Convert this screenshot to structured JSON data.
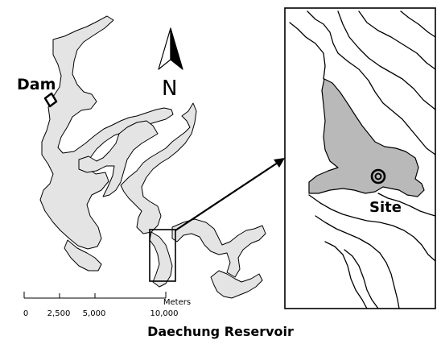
{
  "labels": {
    "dam": "Dam",
    "site": "Site",
    "north": "N",
    "caption": "Daechung Reservoir"
  },
  "scale_bar": {
    "ticks": [
      "0",
      "2,500",
      "5,000",
      "10,000"
    ],
    "unit": "Meters"
  },
  "colors": {
    "water_light": "#e4e4e4",
    "water_inset": "#b9b9b9",
    "outline": "#000000"
  },
  "icons": [
    "north-arrow-icon",
    "site-marker-icon",
    "dam-marker-icon"
  ]
}
